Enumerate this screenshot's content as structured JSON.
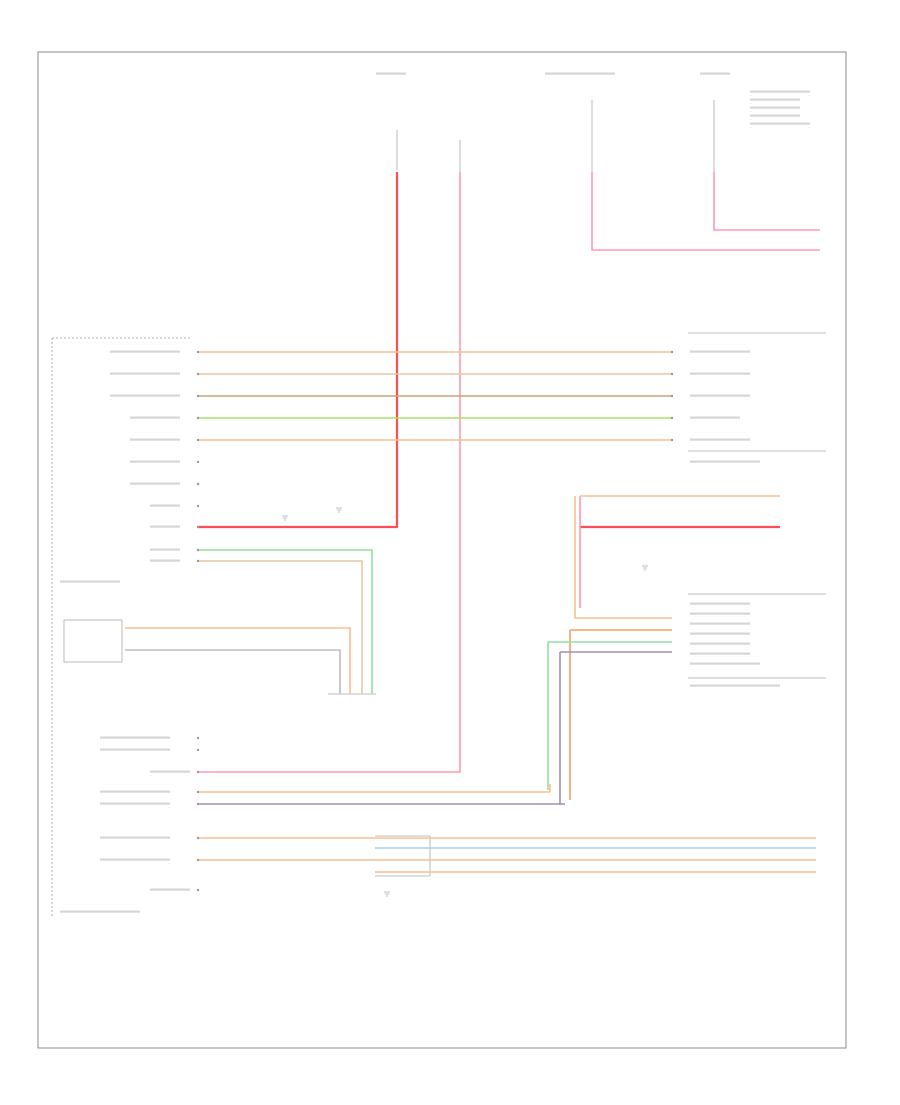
{
  "diagram": {
    "footer_label": "",
    "colors": {
      "red": "#ff4d57",
      "pink": "#ff9ab0",
      "orange": "#f7c08f",
      "orange_dark": "#f3a063",
      "brown": "#c7a277",
      "green": "#a6e46a",
      "light_green": "#8fe3a0",
      "violet": "#a88bb5",
      "blue": "#a9cfee",
      "tan": "#e2c9a6",
      "grey": "#bdbdbd",
      "white_wire": "#d9d9d9"
    },
    "wires": [
      {
        "id": "w-red-main",
        "color": "red"
      },
      {
        "id": "w-pink-main",
        "color": "pink"
      },
      {
        "id": "w-pink-top",
        "color": "pink"
      },
      {
        "id": "w-pink-top-right",
        "color": "pink"
      },
      {
        "id": "w-orange-1",
        "color": "orange"
      },
      {
        "id": "w-tan-2",
        "color": "tan"
      },
      {
        "id": "w-brown-3",
        "color": "brown"
      },
      {
        "id": "w-green-4",
        "color": "green"
      },
      {
        "id": "w-orange-5",
        "color": "orange"
      },
      {
        "id": "w-red-batt",
        "color": "red"
      },
      {
        "id": "w-green-lower",
        "color": "light_green"
      },
      {
        "id": "w-tan-lower",
        "color": "tan"
      },
      {
        "id": "w-orange-6",
        "color": "orange"
      },
      {
        "id": "w-pink-mid",
        "color": "pink"
      },
      {
        "id": "w-orange-right-1",
        "color": "orange"
      },
      {
        "id": "w-orange-right-2",
        "color": "orange_dark"
      },
      {
        "id": "w-green-right",
        "color": "light_green"
      },
      {
        "id": "w-violet-right",
        "color": "violet"
      },
      {
        "id": "w-orange-bottom-1",
        "color": "orange"
      },
      {
        "id": "w-blue-bottom-2",
        "color": "blue"
      },
      {
        "id": "w-orange-bottom-3",
        "color": "orange"
      },
      {
        "id": "w-orange-bottom-4",
        "color": "orange"
      },
      {
        "id": "w-orange-left-1",
        "color": "orange"
      },
      {
        "id": "w-grey-left-2",
        "color": "grey"
      },
      {
        "id": "w-orange-mid-1",
        "color": "orange"
      },
      {
        "id": "w-violet-mid-2",
        "color": "violet"
      }
    ]
  }
}
